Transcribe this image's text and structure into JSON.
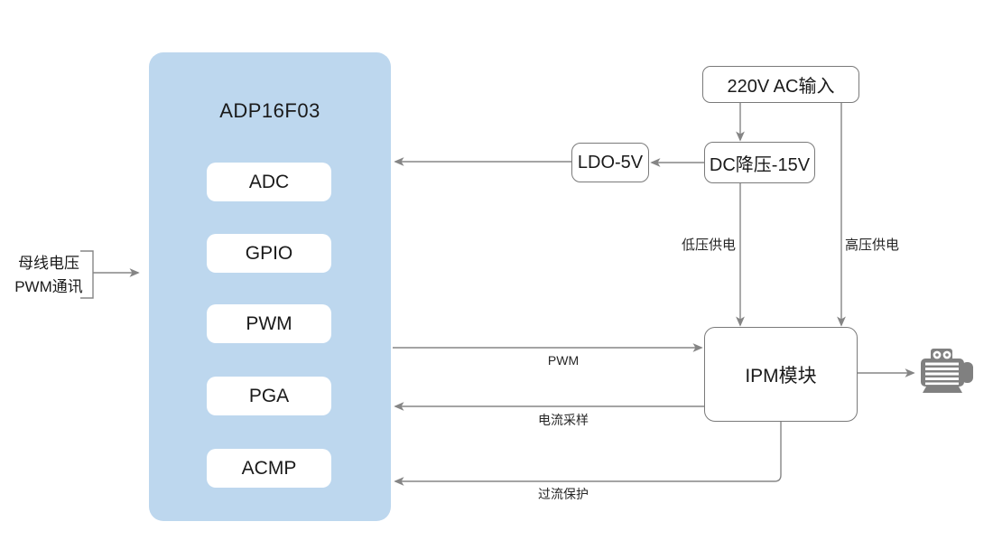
{
  "chip": {
    "title": "ADP16F03",
    "blocks": [
      {
        "label": "ADC"
      },
      {
        "label": "GPIO"
      },
      {
        "label": "PWM"
      },
      {
        "label": "PGA"
      },
      {
        "label": "ACMP"
      }
    ]
  },
  "input_label": {
    "line1": "母线电压",
    "line2": "PWM通讯"
  },
  "boxes": {
    "ac_input": "220V AC输入",
    "dc_buck": "DC降压-15V",
    "ldo": "LDO-5V",
    "ipm": "IPM模块"
  },
  "edge_labels": {
    "low_voltage": "低压供电",
    "high_voltage": "高压供电",
    "pwm": "PWM",
    "current_sample": "电流采样",
    "overcurrent": "过流保护"
  },
  "icons": {
    "motor": "motor-icon"
  },
  "colors": {
    "chip_fill": "#BDD7EE",
    "box_border": "#7A7A7A",
    "line": "#858585",
    "text": "#1A1A1A",
    "motor": "#808080",
    "background": "#FFFFFF"
  }
}
